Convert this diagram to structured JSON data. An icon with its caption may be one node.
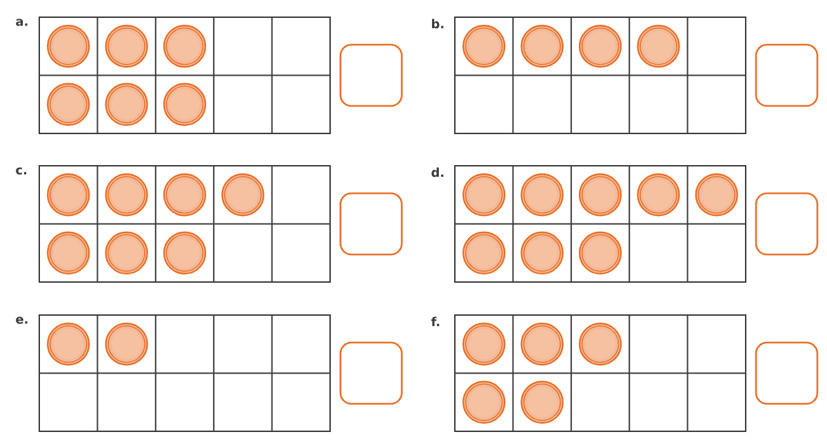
{
  "diagram": {
    "nodes": [
      {
        "text": [],
        "shape": "box"
      },
      {
        "text": [],
        "shape": "circle",
        "in": 0
      },
      {
        "text": [],
        "shape": "circle",
        "in": 0
      },
      {
        "text": [],
        "shape": "circle",
        "in": 0
      },
      {
        "text": [],
        "shape": "circle",
        "in": 0
      },
      {
        "text": [],
        "shape": "circle",
        "in": 0
      },
      {
        "text": [],
        "shape": "circle",
        "in": 0
      },
      {
        "text": [],
        "shape": "box"
      },
      {
        "text": [],
        "shape": "box"
      },
      {
        "text": [],
        "shape": "circle",
        "in": 8
      },
      {
        "text": [],
        "shape": "circle",
        "in": 8
      },
      {
        "text": [],
        "shape": "circle",
        "in": 8
      },
      {
        "text": [],
        "shape": "circle",
        "in": 8
      },
      {
        "text": [],
        "shape": "box"
      },
      {
        "text": [],
        "shape": "box"
      },
      {
        "text": [],
        "shape": "circle",
        "in": 14
      },
      {
        "text": [],
        "shape": "circle",
        "in": 14
      },
      {
        "text": [],
        "shape": "circle",
        "in": 14
      },
      {
        "text": [],
        "shape": "circle",
        "in": 14
      },
      {
        "text": [],
        "shape": "circle",
        "in": 14
      },
      {
        "text": [],
        "shape": "circle",
        "in": 14
      },
      {
        "text": [],
        "shape": "circle",
        "in": 14
      },
      {
        "text": [],
        "shape": "box"
      },
      {
        "text": [],
        "shape": "box"
      },
      {
        "text": [],
        "shape": "circle",
        "in": 23
      },
      {
        "text": [],
        "shape": "circle",
        "in": 23
      },
      {
        "text": [],
        "shape": "circle",
        "in": 23
      },
      {
        "text": [],
        "shape": "circle",
        "in": 23
      },
      {
        "text": [],
        "shape": "circle",
        "in": 23
      },
      {
        "text": [],
        "shape": "circle",
        "in": 23
      },
      {
        "text": [],
        "shape": "circle",
        "in": 23
      },
      {
        "text": [],
        "shape": "circle",
        "in": 23
      },
      {
        "text": [],
        "shape": "box"
      },
      {
        "text": [],
        "shape": "box"
      },
      {
        "text": [],
        "shape": "circle",
        "in": 33
      },
      {
        "text": [],
        "shape": "circle",
        "in": 33
      },
      {
        "text": [],
        "shape": "box"
      },
      {
        "text": [],
        "shape": "box"
      },
      {
        "text": [],
        "shape": "circle",
        "in": 37
      },
      {
        "text": [],
        "shape": "circle",
        "in": 37
      },
      {
        "text": [],
        "shape": "circle",
        "in": 37
      },
      {
        "text": [],
        "shape": "circle",
        "in": 37
      },
      {
        "text": [],
        "shape": "circle",
        "in": 37
      },
      {
        "text": [],
        "shape": "box"
      }
    ],
    "labels": [
      "a.",
      "b.",
      "c.",
      "d.",
      "e.",
      "f."
    ]
  }
}
